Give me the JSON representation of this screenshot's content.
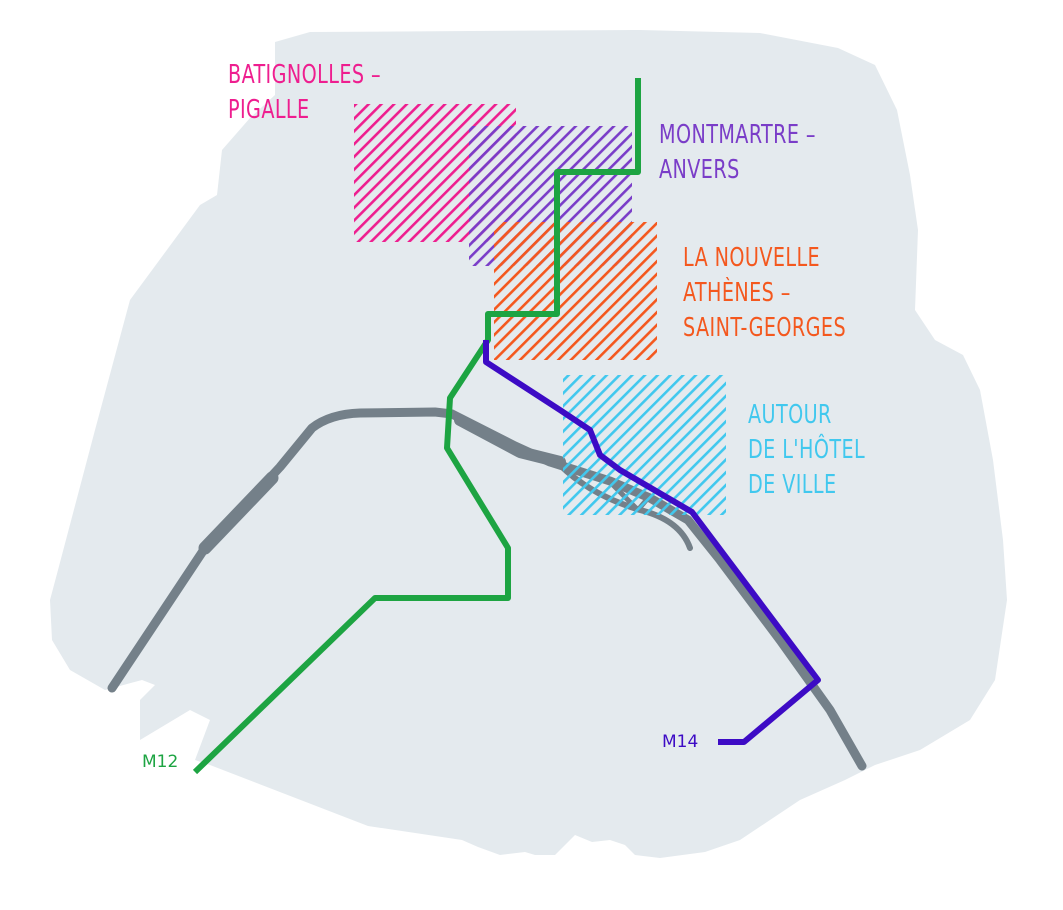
{
  "map": {
    "colors": {
      "land": "#e4eaee",
      "river": "#748089",
      "background": "#ffffff"
    },
    "zones": [
      {
        "id": "batignolles-pigalle",
        "lines": [
          "BATIGNOLLES –",
          "PIGALLE"
        ],
        "color": "#ee1e8f"
      },
      {
        "id": "montmartre-anvers",
        "lines": [
          "MONTMARTRE –",
          "ANVERS"
        ],
        "color": "#7a3dc8"
      },
      {
        "id": "nouvelle-athenes",
        "lines": [
          "LA NOUVELLE",
          "ATHÈNES –",
          "SAINT-GEORGES"
        ],
        "color": "#f4581e"
      },
      {
        "id": "hotel-de-ville",
        "lines": [
          "AUTOUR",
          "DE L'HÔTEL",
          "DE VILLE"
        ],
        "color": "#41c8ee"
      }
    ],
    "metro_lines": [
      {
        "id": "m12",
        "label": "M12",
        "color": "#1da442"
      },
      {
        "id": "m14",
        "label": "M14",
        "color": "#3d0bc5"
      }
    ]
  }
}
